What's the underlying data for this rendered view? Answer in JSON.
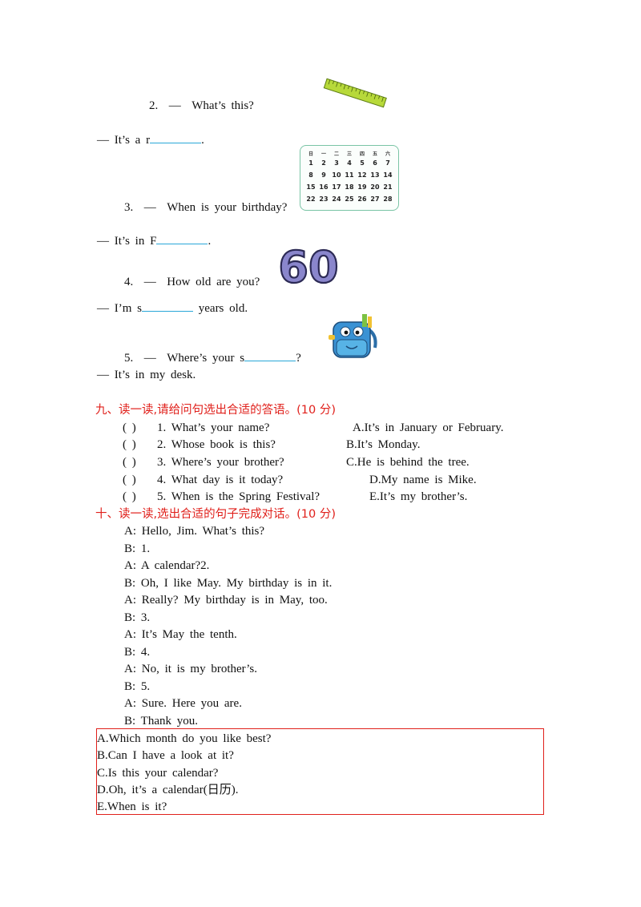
{
  "section8": {
    "q2": {
      "num": "2.",
      "dash": "—",
      "question": "What’s this?",
      "answer_start": "— It’s a r",
      "answer_end": "."
    },
    "q3": {
      "num": "3.",
      "dash": "—",
      "question": "When is your birthday?",
      "answer_start": "— It’s in F",
      "answer_end": "."
    },
    "q4": {
      "num": "4.",
      "dash": "—",
      "question": "How old are you?",
      "answer_start": "— I’m s",
      "answer_end": " years old."
    },
    "q5": {
      "num": "5.",
      "dash": "—",
      "question_start": "Where’s your s",
      "question_end": "?",
      "answer": "— It’s in my desk."
    },
    "number_picture": "60",
    "calendar": {
      "weekdays": [
        "日",
        "一",
        "二",
        "三",
        "四",
        "五",
        "六"
      ],
      "rows": [
        [
          "1",
          "2",
          "3",
          "4",
          "5",
          "6",
          "7"
        ],
        [
          "8",
          "9",
          "10",
          "11",
          "12",
          "13",
          "14"
        ],
        [
          "15",
          "16",
          "17",
          "18",
          "19",
          "20",
          "21"
        ],
        [
          "22",
          "23",
          "24",
          "25",
          "26",
          "27",
          "28"
        ]
      ]
    }
  },
  "section9": {
    "heading": "九、读一读,请给问句选出合适的答语。(10 分)",
    "items": [
      {
        "paren": "(        )",
        "question": "1. What’s your name?",
        "answer": "A.It’s in January or February."
      },
      {
        "paren": "(        )",
        "question": "2. Whose book is this?",
        "answer": "B.It’s Monday."
      },
      {
        "paren": "(        )",
        "question": "3. Where’s your brother?",
        "answer": "C.He is behind the tree."
      },
      {
        "paren": "(        )",
        "question": "4. What day is it today?",
        "answer": "D.My name is Mike."
      },
      {
        "paren": "(        )",
        "question": "5. When is the Spring Festival?",
        "answer": "E.It’s my brother’s."
      }
    ]
  },
  "section10": {
    "heading": "十、读一读,选出合适的句子完成对话。(10 分)",
    "dialogue": [
      "A: Hello, Jim. What’s this?",
      "B: 1.",
      "A: A calendar?2.",
      "B: Oh, I like May. My birthday is in it.",
      "A: Really? My birthday is in May, too.",
      "B: 3.",
      "A: It’s May the tenth.",
      "B: 4.",
      "A: No, it is my brother’s.",
      "B: 5.",
      "A: Sure. Here you are.",
      "B: Thank you."
    ],
    "options": [
      "A.Which month do you like best?",
      "B.Can I have a look at it?",
      "C.Is this your calendar?",
      "D.Oh, it’s a calendar(日历).",
      "E.When is it?"
    ]
  },
  "colors": {
    "heading": "#e0201b",
    "blank_line": "#2aa7d8",
    "box_border": "#e0201b"
  }
}
